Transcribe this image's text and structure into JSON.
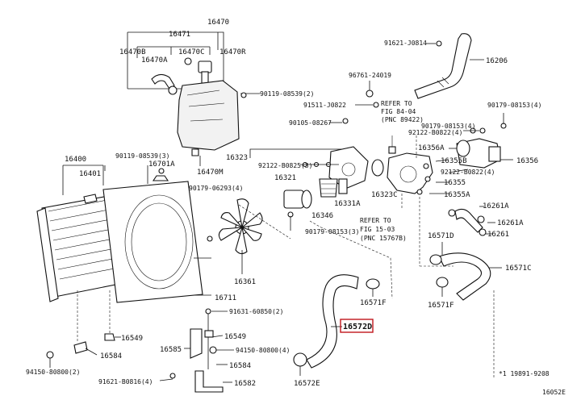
{
  "labels": {
    "p16470": "16470",
    "p16471": "16471",
    "p16470B": "16470B",
    "p16470C": "16470C",
    "p16470R": "16470R",
    "p16470A": "16470A",
    "p16470M": "16470M",
    "b90119_08539_2": "90119-08539(2)",
    "b90119_08539_3": "90119-08539(3)",
    "p16400": "16400",
    "p16401": "16401",
    "p16701A": "16701A",
    "p90179_06293": "90179-06293(4)",
    "p16323": "16323",
    "p92122_B0825": "92122-B0825(3)",
    "p16321": "16321",
    "p16346": "16346",
    "p16331A": "16331A",
    "p16323C": "16323C",
    "p90179_08153_3": "90179-08153(3)",
    "p16361": "16361",
    "p16711": "16711",
    "p91631_60850": "91631-60850(2)",
    "p16549a": "16549",
    "p16549b": "16549",
    "p16585": "16585",
    "p94150_80800_4": "94150-80800(4)",
    "p16584a": "16584",
    "p16584b": "16584",
    "p94150_80800_2": "94150-80800(2)",
    "p91621_B0816": "91621-B0816(4)",
    "p16582": "16582",
    "p16572E": "16572E",
    "p16572D": "16572D",
    "p16571F_a": "16571F",
    "p16571F_b": "16571F",
    "p16571D": "16571D",
    "p16571C": "16571C",
    "p16261": "16261",
    "p16261A_a": "16261A",
    "p16261A_b": "16261A",
    "p16355A": "16355A",
    "p16355": "16355",
    "p92122_B0822": "92122-B0822(4)",
    "p16355B": "16355B",
    "p16356A": "16356A",
    "p16356": "16356",
    "p90179_08153_4a": "90179-08153(4)",
    "p90179_08153_4b": "90179-08153(4)",
    "p92122_B0822b": "92122-B0822(4)",
    "p91621_J0814": "91621-J0814",
    "p16206": "16206",
    "p96761_24019": "96761-24019",
    "p91511_J0822": "91511-J0822",
    "p90105_08267": "90105-08267",
    "refer1": "REFER TO",
    "refer1b": "FIG 84-04",
    "refer1c": "(PNC 89422)",
    "refer2": "REFER TO",
    "refer2b": "FIG 15-03",
    "refer2c": "(PNC 15767B)",
    "star_note": "*1 19891-9208",
    "page_code": "16052E"
  },
  "colors": {
    "line": "#111111",
    "highlight_box": "#c0161c"
  },
  "icons": {
    "bolt": "bolt-icon",
    "clamp": "hose-clamp-icon",
    "star": "star-bullet-icon"
  }
}
